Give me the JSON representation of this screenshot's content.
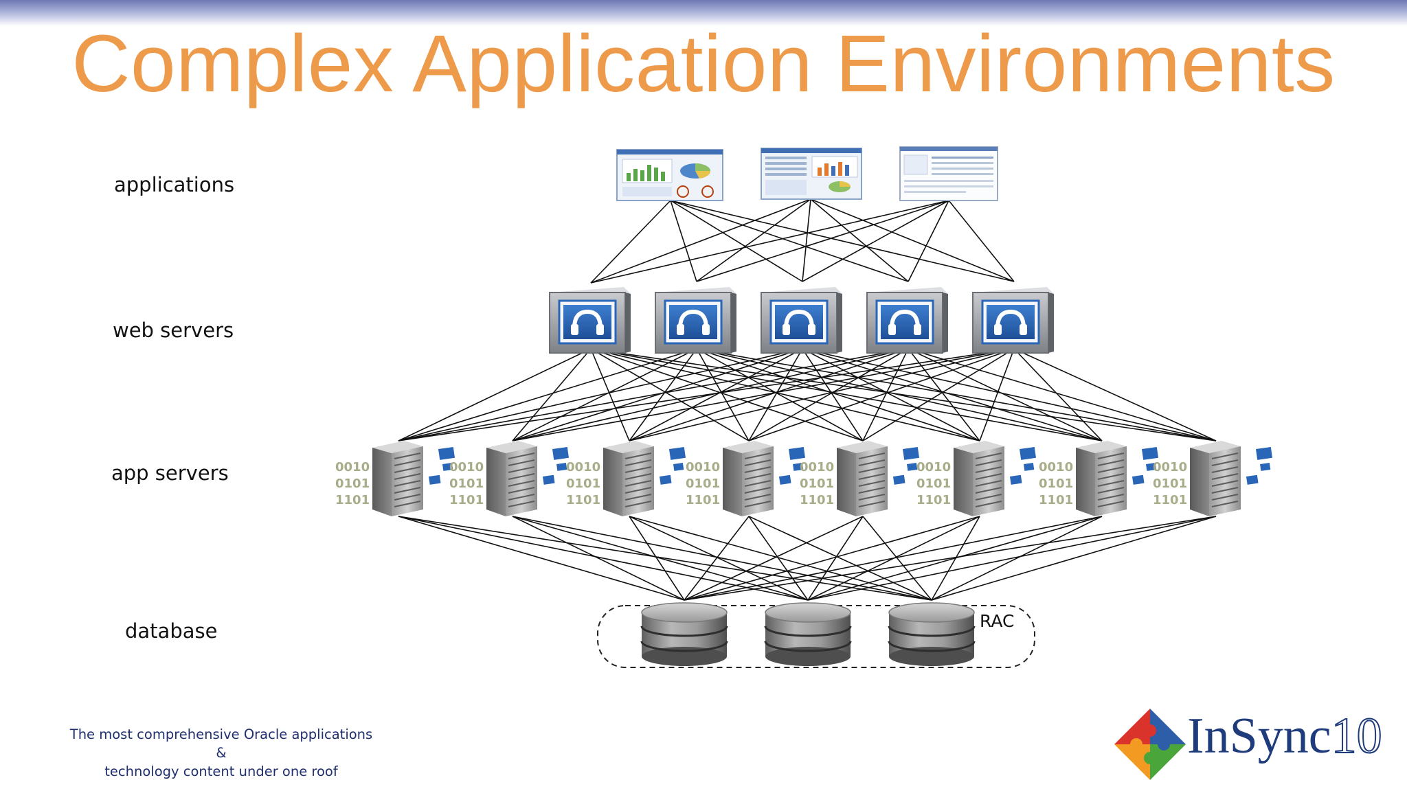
{
  "slide": {
    "title": "Complex Application Environments"
  },
  "tiers": [
    {
      "label": "applications",
      "count": 3,
      "icon": "dashboard-screenshot-icon"
    },
    {
      "label": "web servers",
      "count": 5,
      "icon": "headset-monitor-icon"
    },
    {
      "label": "app servers",
      "count": 8,
      "icon": "server-tower-icon"
    },
    {
      "label": "database",
      "count": 3,
      "icon": "database-cylinder-icon"
    }
  ],
  "cluster": {
    "label": "RAC"
  },
  "binary_text": [
    "0010",
    "0101",
    "1101"
  ],
  "footer": {
    "tagline_line1": "The most comprehensive Oracle applications &",
    "tagline_line2": "technology content under one roof",
    "logo_main": "InSync",
    "logo_number": "10"
  },
  "colors": {
    "title": "#ee9a4b",
    "header_band": "#6f78b3",
    "web_server_blue": "#2a66b8",
    "server_gray": "#8a8a8a",
    "logo_text": "#1e3c7c",
    "logo_red": "#d9332b",
    "logo_green": "#4aa53a",
    "logo_orange": "#f39a22",
    "logo_blue": "#2f5ea8"
  }
}
